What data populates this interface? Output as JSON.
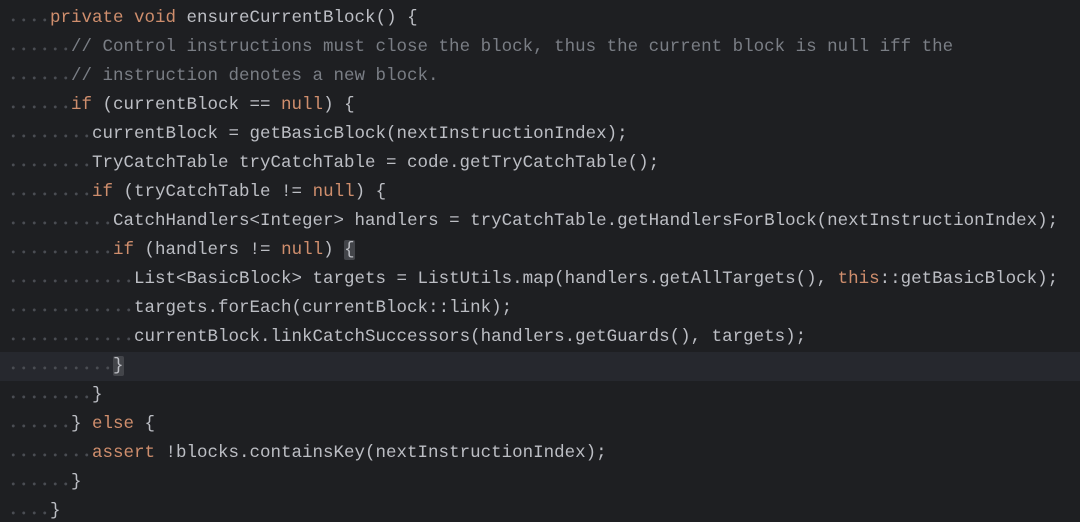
{
  "editor": {
    "colors": {
      "background": "#1e1f22",
      "current_line": "#26282e",
      "text": "#bcbec4",
      "keyword": "#cf8e6d",
      "comment": "#7a7e85",
      "whitespace": "#4a4d53",
      "brace_match": "#43454a"
    },
    "caret_line": 13,
    "lines": [
      {
        "leading_spaces": 4,
        "tokens": [
          {
            "keyword": "private"
          },
          {
            "keyword": " void"
          },
          {
            "plain": " ensureCurrentBlock() {"
          }
        ]
      },
      {
        "leading_spaces": 6,
        "tokens": [
          {
            "comment": "// Control instructions must close the block, thus the current block is null iff the"
          }
        ]
      },
      {
        "leading_spaces": 6,
        "tokens": [
          {
            "comment": "// instruction denotes a new block."
          }
        ]
      },
      {
        "leading_spaces": 6,
        "tokens": [
          {
            "keyword": "if"
          },
          {
            "plain": " (currentBlock == "
          },
          {
            "keyword": "null"
          },
          {
            "plain": ") {"
          }
        ]
      },
      {
        "leading_spaces": 8,
        "tokens": [
          {
            "plain": "currentBlock = getBasicBlock(nextInstructionIndex);"
          }
        ]
      },
      {
        "leading_spaces": 8,
        "tokens": [
          {
            "plain": "TryCatchTable tryCatchTable = code.getTryCatchTable();"
          }
        ]
      },
      {
        "leading_spaces": 8,
        "tokens": [
          {
            "keyword": "if"
          },
          {
            "plain": " (tryCatchTable != "
          },
          {
            "keyword": "null"
          },
          {
            "plain": ") {"
          }
        ]
      },
      {
        "leading_spaces": 10,
        "tokens": [
          {
            "plain": "CatchHandlers<Integer> handlers = tryCatchTable.getHandlersForBlock(nextInstructionIndex);"
          }
        ]
      },
      {
        "leading_spaces": 10,
        "tokens": [
          {
            "keyword": "if"
          },
          {
            "plain": " (handlers != "
          },
          {
            "keyword": "null"
          },
          {
            "plain": ") "
          },
          {
            "brace": "{"
          }
        ]
      },
      {
        "leading_spaces": 12,
        "tokens": [
          {
            "plain": "List<BasicBlock> targets = ListUtils.map(handlers.getAllTargets(), "
          },
          {
            "keyword": "this"
          },
          {
            "plain": "::getBasicBlock);"
          }
        ]
      },
      {
        "leading_spaces": 12,
        "tokens": [
          {
            "plain": "targets.forEach(currentBlock::link);"
          }
        ]
      },
      {
        "leading_spaces": 12,
        "tokens": [
          {
            "plain": "currentBlock.linkCatchSuccessors(handlers.getGuards(), targets);"
          }
        ]
      },
      {
        "leading_spaces": 10,
        "tokens": [
          {
            "brace": "}"
          }
        ]
      },
      {
        "leading_spaces": 8,
        "tokens": [
          {
            "plain": "}"
          }
        ]
      },
      {
        "leading_spaces": 6,
        "tokens": [
          {
            "plain": "} "
          },
          {
            "keyword": "else"
          },
          {
            "plain": " {"
          }
        ]
      },
      {
        "leading_spaces": 8,
        "tokens": [
          {
            "keyword": "assert"
          },
          {
            "plain": " !blocks.containsKey(nextInstructionIndex);"
          }
        ]
      },
      {
        "leading_spaces": 6,
        "tokens": [
          {
            "plain": "}"
          }
        ]
      },
      {
        "leading_spaces": 4,
        "tokens": [
          {
            "plain": "}"
          }
        ]
      }
    ]
  }
}
